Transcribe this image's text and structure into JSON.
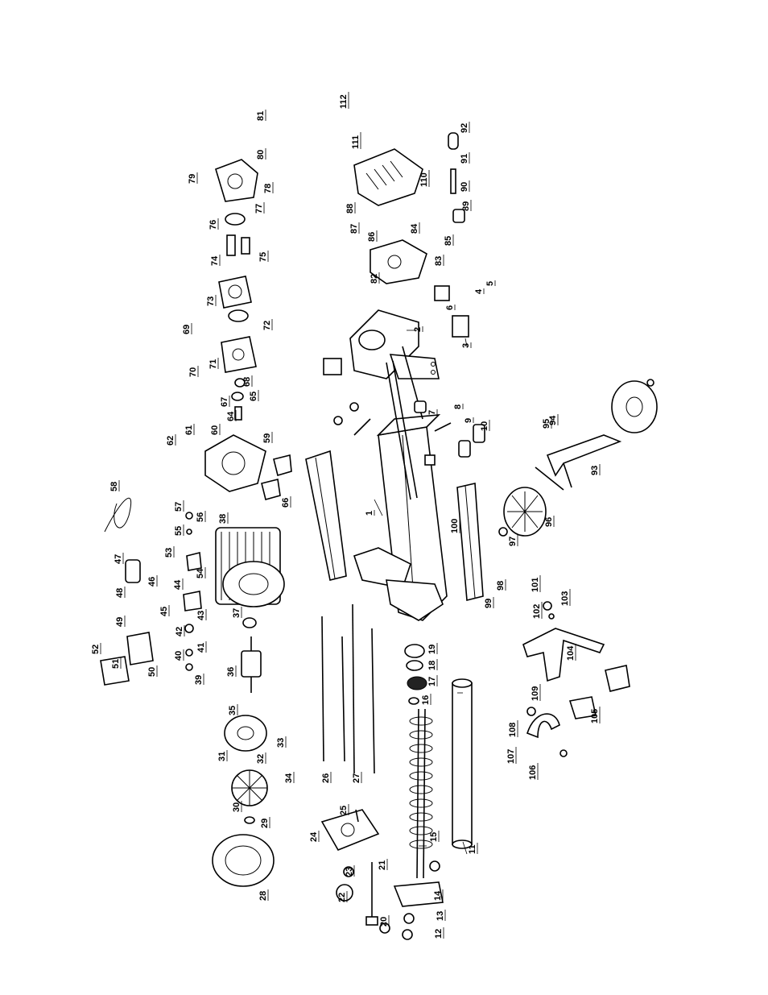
{
  "diagram": {
    "labels": [
      "1",
      "2",
      "3",
      "4",
      "5",
      "6",
      "7",
      "8",
      "9",
      "10",
      "11",
      "12",
      "13",
      "14",
      "15",
      "16",
      "17",
      "18",
      "19",
      "20",
      "21",
      "22",
      "23",
      "24",
      "25",
      "26",
      "27",
      "28",
      "29",
      "30",
      "31",
      "32",
      "33",
      "34",
      "35",
      "36",
      "37",
      "38",
      "39",
      "40",
      "41",
      "42",
      "43",
      "44",
      "45",
      "46",
      "47",
      "48",
      "49",
      "50",
      "51",
      "52",
      "53",
      "54",
      "55",
      "56",
      "57",
      "58",
      "59",
      "60",
      "61",
      "62",
      "64",
      "65",
      "66",
      "67",
      "68",
      "69",
      "70",
      "71",
      "72",
      "73",
      "74",
      "75",
      "76",
      "77",
      "78",
      "79",
      "80",
      "81",
      "82",
      "83",
      "84",
      "85",
      "86",
      "87",
      "88",
      "89",
      "90",
      "91",
      "92",
      "93",
      "94",
      "95",
      "96",
      "97",
      "98",
      "99",
      "100",
      "101",
      "102",
      "103",
      "104",
      "105",
      "106",
      "107",
      "108",
      "109",
      "110",
      "111",
      "112"
    ]
  }
}
